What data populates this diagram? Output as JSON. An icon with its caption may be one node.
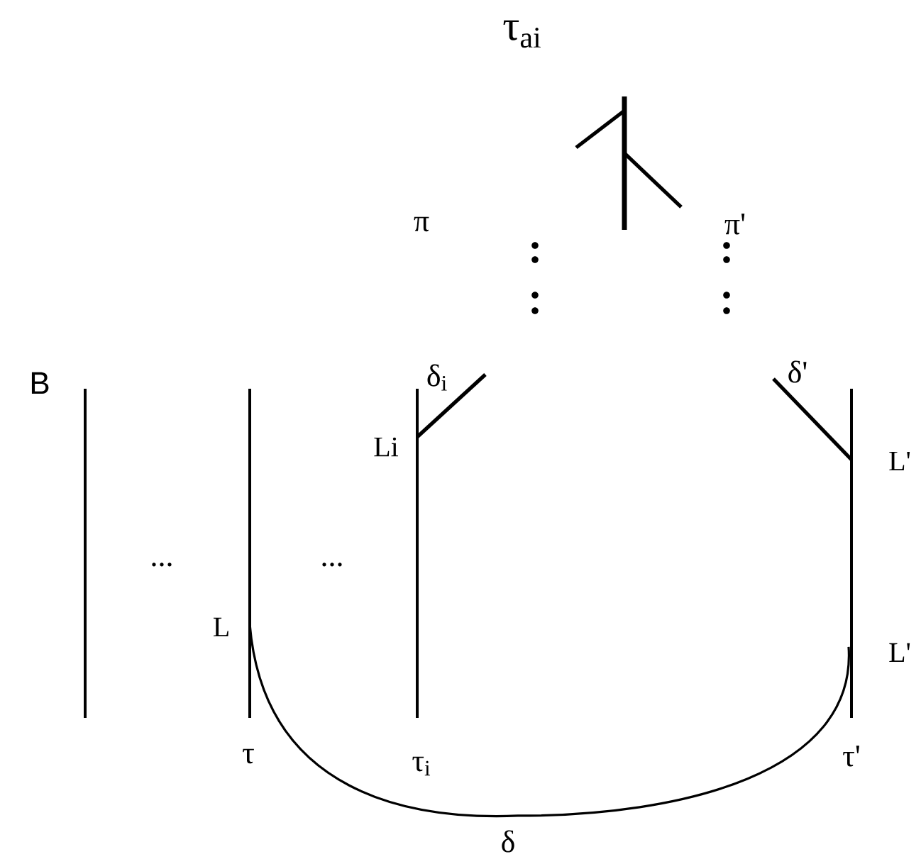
{
  "diagram": {
    "labels": [
      "τ$_{ai}$",
      "π",
      "π'",
      "B",
      "δ$_{i}$",
      "δ'",
      "Li",
      "L'",
      "...",
      "...",
      "L",
      "L'",
      "τ",
      "τ$_{i}$",
      "τ'",
      "δ"
    ]
  }
}
